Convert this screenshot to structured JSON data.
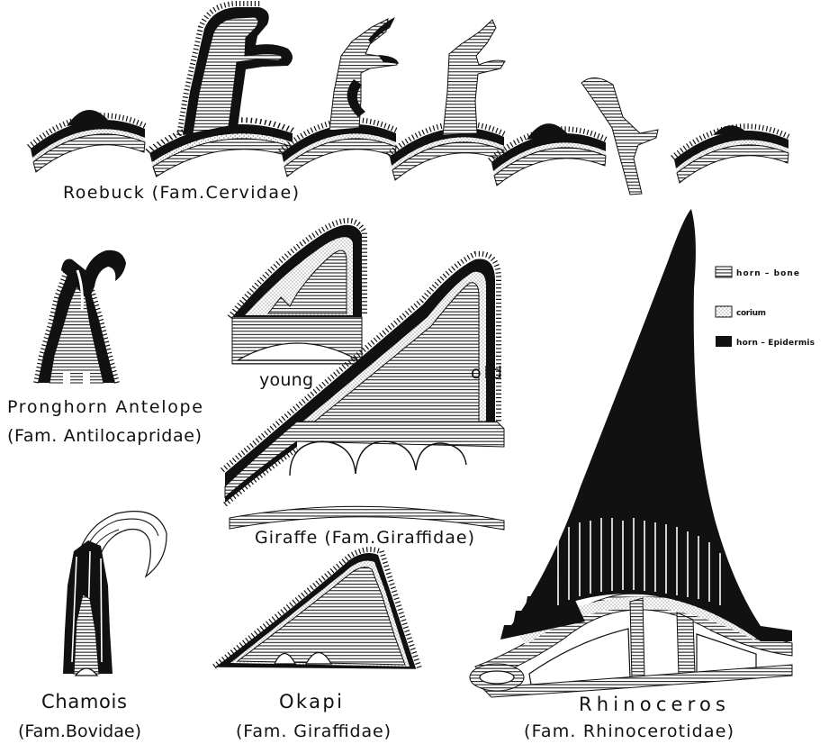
{
  "roebuck": {
    "label": "Roebuck (Fam.Cervidae)"
  },
  "pronghorn": {
    "name": "Pronghorn Antelope",
    "family": "(Fam. Antilocapridae)"
  },
  "giraffe": {
    "young_label": "young",
    "old_label": "old",
    "label": "Giraffe (Fam.Giraffidae)"
  },
  "legend": [
    {
      "label": "horn – bone"
    },
    {
      "label": "corium"
    },
    {
      "label": "horn – Epidermis"
    }
  ],
  "chamois": {
    "name": "Chamois",
    "family": "(Fam.Bovidae)"
  },
  "okapi": {
    "name": "Okapi",
    "family": "(Fam. Giraffidae)"
  },
  "rhinoceros": {
    "name": "Rhinoceros",
    "family": "(Fam. Rhinocerotidae)"
  },
  "colors": {
    "ink": "#111111",
    "paper": "#ffffff"
  }
}
